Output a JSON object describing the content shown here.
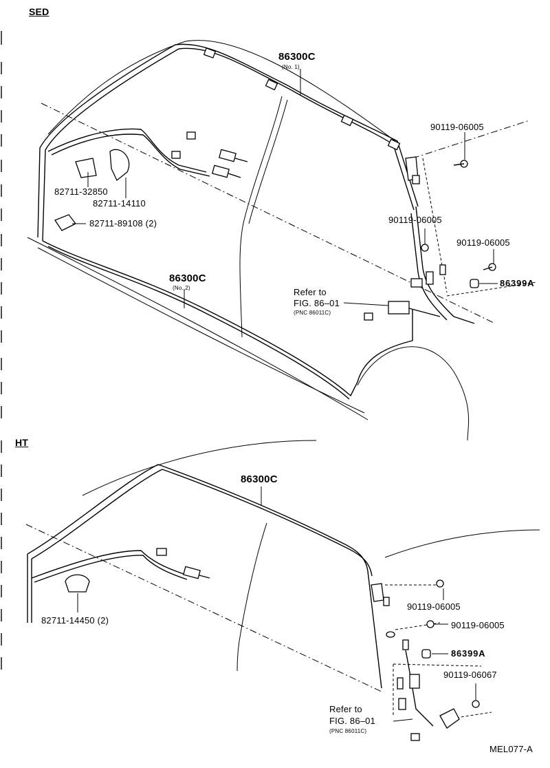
{
  "sections": {
    "sed": {
      "label": "SED",
      "labels": {
        "antenna_main": "86300C",
        "antenna_main_sub": "(No. 1)",
        "antenna_lower": "86300C",
        "antenna_lower_sub": "(No. 2)",
        "clamp_a": "82711-32850",
        "clamp_b": "82711-14110",
        "clamp_c": "82711-89108 (2)",
        "bolt_top": "90119-06005",
        "bolt_mid_left": "90119-06005",
        "bolt_mid_right": "90119-06005",
        "cap": "86399A",
        "refer_line1": "Refer to",
        "refer_line2": "FIG. 86–01",
        "refer_pnc": "(PNC 86011C)"
      }
    },
    "ht": {
      "label": "HT",
      "labels": {
        "antenna_main": "86300C",
        "clamp": "82711-14450 (2)",
        "bolt_a": "90119-06005",
        "bolt_b": "90119-06005",
        "cap": "86399A",
        "bolt_c": "90119-06067",
        "refer_line1": "Refer to",
        "refer_line2": "FIG. 86–01",
        "refer_pnc": "(PNC 86011C)"
      }
    }
  },
  "figure_code": "MEL077-A"
}
